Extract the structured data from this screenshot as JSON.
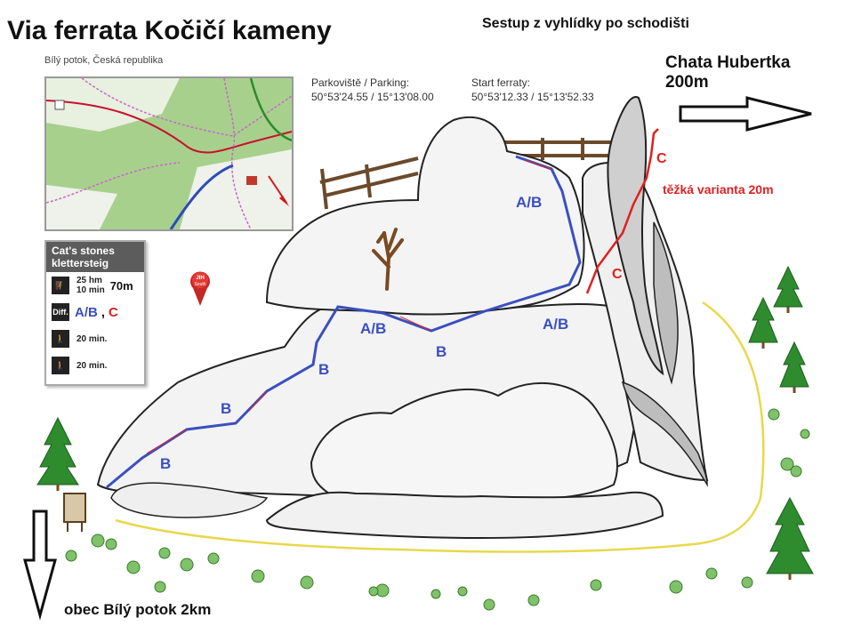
{
  "title": "Via ferrata Kočičí kameny",
  "subtitle": "Bílý potok, Česká republika",
  "parking": {
    "label": "Parkoviště / Parking:",
    "coords": "50°53'24.55 / 15°13'08.00"
  },
  "start": {
    "label": "Start ferraty:",
    "coords": "50°53'12.33 / 15°13'52.33"
  },
  "descent_note": "Sestup z vyhlídky po schodišti",
  "hut": {
    "name": "Chata Hubertka",
    "distance": "200m"
  },
  "village": "obec Bílý potok 2km",
  "hard_variant": "těžká varianta 20m",
  "info_card": {
    "header": "Cat's stones klettersteig",
    "length_hm": "25 hm",
    "length_min": "10 min",
    "length_extra": "70m",
    "diff_icon": "Diff.",
    "diff_ab": "A/B",
    "diff_sep": ",",
    "diff_c": "C",
    "approach_time": "20 min.",
    "return_time": "20 min."
  },
  "pin_label": "JIH South",
  "route_labels": {
    "b1": "B",
    "b2": "B",
    "b3": "B",
    "b4": "B",
    "ab1": "A/B",
    "ab2": "A/B",
    "ab3": "A/B",
    "c1": "C",
    "c2": "C"
  },
  "icons": {
    "arrow_right": "arrow-right-icon",
    "arrow_down": "arrow-down-icon",
    "climber": "climber-icon",
    "hiker": "hiker-icon",
    "pin": "map-pin-icon"
  },
  "colors": {
    "route_blue": "#3a4fc0",
    "route_red": "#e02020",
    "trail_yellow": "#e8d84a",
    "tree_green": "#2e8b2e",
    "rock_outline": "#222222"
  }
}
